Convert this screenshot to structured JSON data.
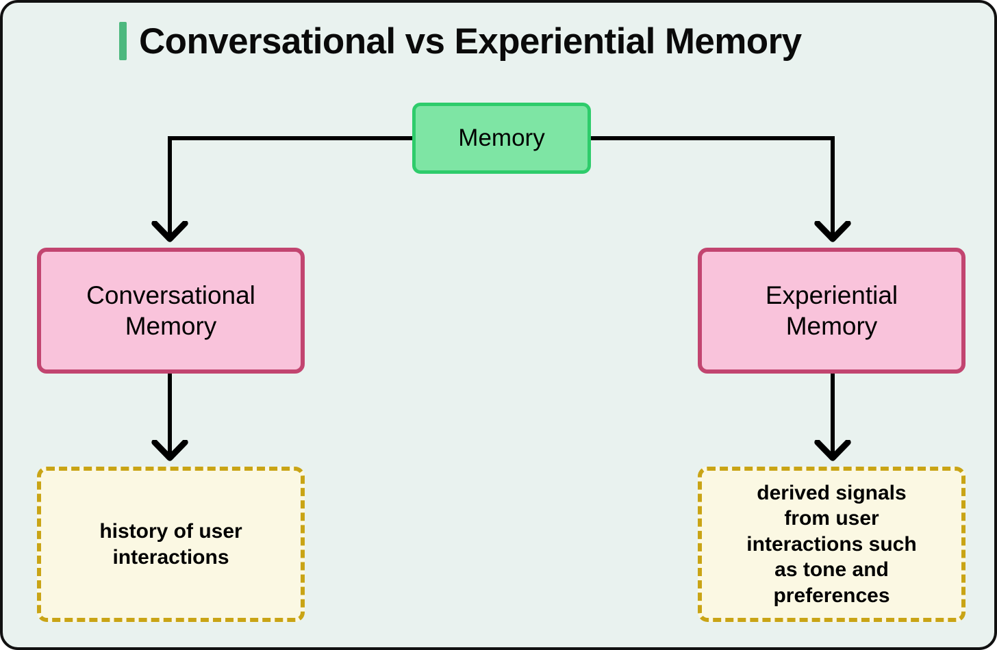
{
  "page": {
    "title": "Conversational vs Experiential Memory",
    "background_color": "#e9f2ef",
    "frame_color": "#111111",
    "accent_color": "#4cb87e"
  },
  "diagram": {
    "type": "flowchart",
    "direction": "top-down",
    "nodes": [
      {
        "id": "memory",
        "label": "Memory",
        "shape": "rounded-rectangle",
        "fill": "#7ee5a4",
        "stroke": "#2ecc6b",
        "style": "solid"
      },
      {
        "id": "conversational",
        "label": "Conversational\nMemory",
        "shape": "rounded-rectangle",
        "fill": "#f9c3db",
        "stroke": "#c24570",
        "style": "solid"
      },
      {
        "id": "experiential",
        "label": "Experiential\nMemory",
        "shape": "rounded-rectangle",
        "fill": "#f9c3db",
        "stroke": "#c24570",
        "style": "solid"
      },
      {
        "id": "conversational-note",
        "label": "history of user\ninteractions",
        "shape": "rounded-rectangle",
        "fill": "#fbf8e3",
        "stroke": "#c9a415",
        "style": "dashed"
      },
      {
        "id": "experiential-note",
        "label": "derived signals\nfrom user\ninteractions such\nas tone and\npreferences",
        "shape": "rounded-rectangle",
        "fill": "#fbf8e3",
        "stroke": "#c9a415",
        "style": "dashed"
      }
    ],
    "edges": [
      {
        "from": "memory",
        "to": "conversational",
        "style": "elbow",
        "arrow": "end",
        "color": "#000000"
      },
      {
        "from": "memory",
        "to": "experiential",
        "style": "elbow",
        "arrow": "end",
        "color": "#000000"
      },
      {
        "from": "conversational",
        "to": "conversational-note",
        "style": "straight",
        "arrow": "end",
        "color": "#000000"
      },
      {
        "from": "experiential",
        "to": "experiential-note",
        "style": "straight",
        "arrow": "end",
        "color": "#000000"
      }
    ]
  }
}
